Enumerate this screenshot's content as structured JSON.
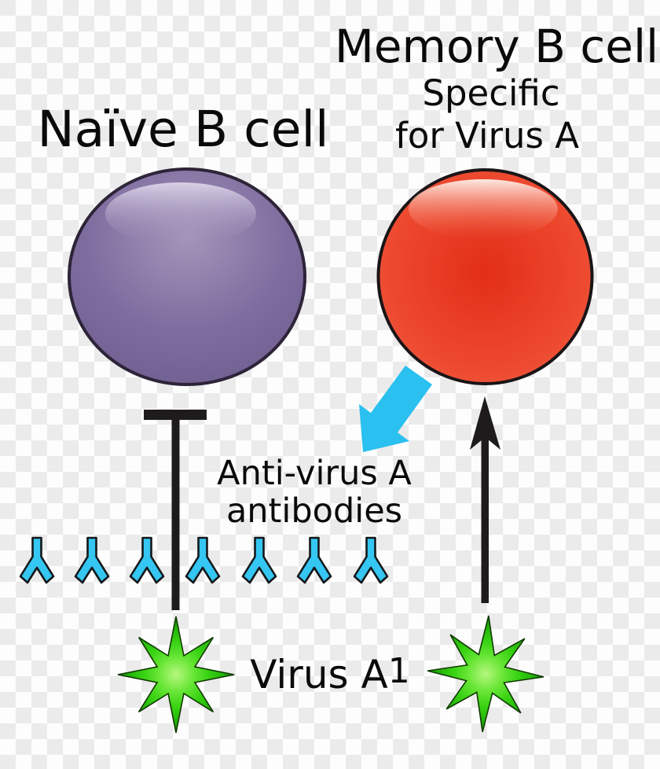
{
  "labels": {
    "naive_cell": "Naïve B cell",
    "memory_cell_line1": "Memory B cell",
    "memory_cell_line2": "Specific",
    "memory_cell_line3": "for Virus A",
    "antibody_label_line1": "Anti-virus A",
    "antibody_label_line2": "antibodies",
    "virus_label": "Virus A",
    "virus_label_superscript": "1"
  },
  "counts": {
    "antibodies": 7,
    "virus_particles": 2,
    "b_cells": 2
  },
  "colors": {
    "naive_cell_purple": "#7b6a9b",
    "naive_cell_highlight": "#d6cde3",
    "memory_cell_red": "#ee4a31",
    "memory_cell_highlight": "#fdece6",
    "antibody_cyan": "#35c6f2",
    "arrow_cyan": "#2ac0f0",
    "virus_green": "#3ad314",
    "ink_black": "#1e1b1c",
    "checker_light": "#fdfdfd",
    "checker_gray": "#ebebeb"
  }
}
